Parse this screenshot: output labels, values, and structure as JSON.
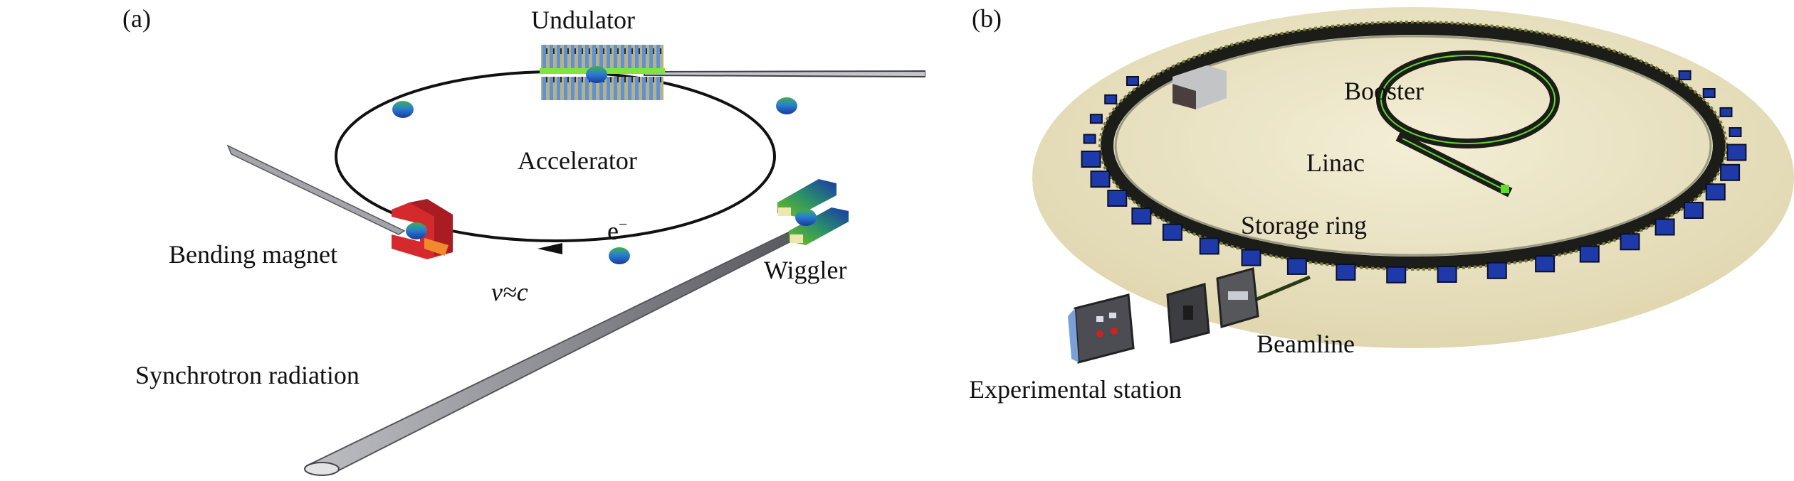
{
  "figure": {
    "panel_a": {
      "tag": "(a)",
      "labels": {
        "undulator": "Undulator",
        "accelerator": "Accelerator",
        "bending_magnet": "Bending magnet",
        "wiggler": "Wiggler",
        "electron": "e",
        "electron_charge": "−",
        "velocity": "v≈c",
        "synchrotron_radiation": "Synchrotron radiation"
      },
      "colors": {
        "ring": "#111111",
        "electron_blue": "#1f4fb8",
        "electron_green": "#3fb04a",
        "magnet_red": "#d42a2e",
        "beam_gray": "#8f9196",
        "undulator_blue": "#6fa2d8",
        "wiggler_green": "#5fae2a"
      }
    },
    "panel_b": {
      "tag": "(b)",
      "labels": {
        "booster": "Booster",
        "linac": "Linac",
        "storage_ring": "Storage ring",
        "beamline": "Beamline",
        "experimental_station": "Experimental station"
      },
      "colors": {
        "platform": "#ece5c4",
        "magnet_blue": "#1e3aa8",
        "ring_dark": "#1c1d18",
        "linac_green": "#5fdc2c"
      }
    }
  }
}
